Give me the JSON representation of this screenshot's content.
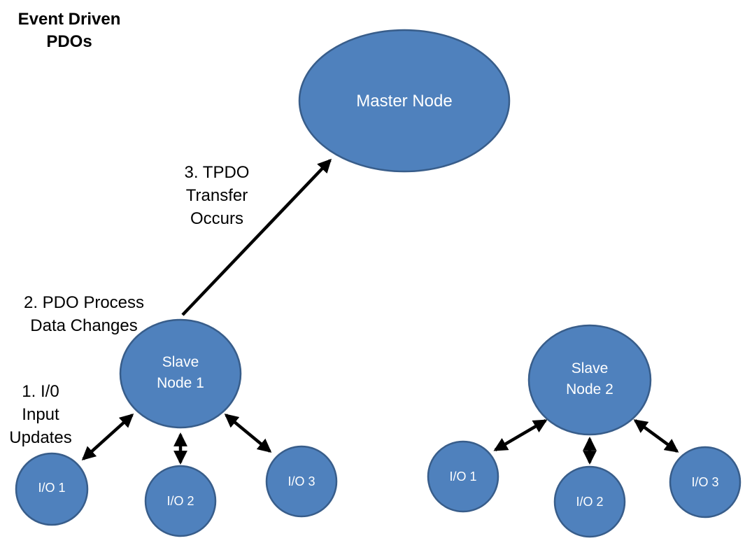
{
  "title": "Event Driven\nPDOs",
  "colors": {
    "node_fill": "#4f81bd",
    "node_border": "#385d8a",
    "node_text": "#ffffff",
    "arrow": "#000000",
    "annotation_text": "#000000",
    "background": "#ffffff"
  },
  "annotations": {
    "step3": "3. TPDO\nTransfer\nOccurs",
    "step2": "2. PDO Process\nData Changes",
    "step1": "1. I/0\nInput\nUpdates"
  },
  "nodes": {
    "master": {
      "label": "Master Node"
    },
    "slave1": {
      "label": "Slave\nNode 1"
    },
    "slave2": {
      "label": "Slave\nNode 2"
    },
    "slave1_io": [
      {
        "label": "I/O 1"
      },
      {
        "label": "I/O 2"
      },
      {
        "label": "I/O 3"
      }
    ],
    "slave2_io": [
      {
        "label": "I/O 1"
      },
      {
        "label": "I/O 2"
      },
      {
        "label": "I/O 3"
      }
    ]
  }
}
